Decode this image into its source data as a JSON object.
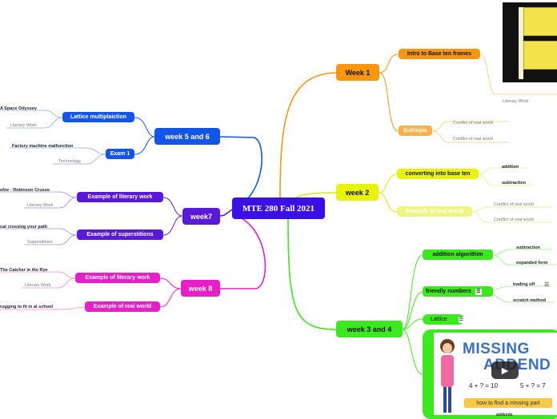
{
  "central": "MTE 280 Fall 2021",
  "right": {
    "week1": {
      "label": "Week 1",
      "color": "#f99610",
      "intro": "Intro to Base ten frames",
      "subtopic": "Subtopic",
      "literary": "Literary Work",
      "conflict1": "Conflict of real world",
      "conflict2": "Conflict of real world"
    },
    "week2": {
      "label": "week 2",
      "color": "#e8f30a",
      "converting": "converting into base ten",
      "example": "Example of real world",
      "addition": "addition",
      "subtraction": "subtraction",
      "conflict1": "Conflict of real world",
      "conflict2": "Conflict of real world"
    },
    "week34": {
      "label": "week 3 and 4",
      "color": "#3ee81e",
      "algorithm": "addition algorithim",
      "friendly": "friendly numbers",
      "lattice": "Lattice",
      "subtraction": "subtraction",
      "expanded": "expanded form",
      "trading": "trading off",
      "scratch": "scratch method",
      "addends": "addends",
      "video": {
        "title1": "MISSING",
        "title2": "ADDEND",
        "eq1": "4 + ? = 10",
        "eq2": "5 + ? = 7",
        "caption": "how to find a missing part"
      }
    }
  },
  "left": {
    "week56": {
      "label": "week 5 and 6",
      "color": "#1355e8",
      "lattice_mult": "Lattice multiplaiction",
      "exam": "Exam 1",
      "odyssey": "A Space Odyssey",
      "literary": "Literary Work",
      "factory": "Factory machine malfunction",
      "technology": "Technology"
    },
    "week7": {
      "label": "week7",
      "color": "#5a18d8",
      "literary_ex": "Example of literary work",
      "superstitions_ex": "Example of superstitions",
      "crusoe": "efoe - Robinson Crusoe",
      "literary": "Literary Work",
      "cat": "cat crossing your path",
      "superstitions": "Superstitions"
    },
    "week8": {
      "label": "week 8",
      "color": "#e81ec8",
      "literary_ex": "Example of literary work",
      "real_ex": "Example of real world",
      "catcher": "The Catcher in the Rye",
      "literary": "Literary Work",
      "struggling": "rugging to fit in at school"
    }
  }
}
